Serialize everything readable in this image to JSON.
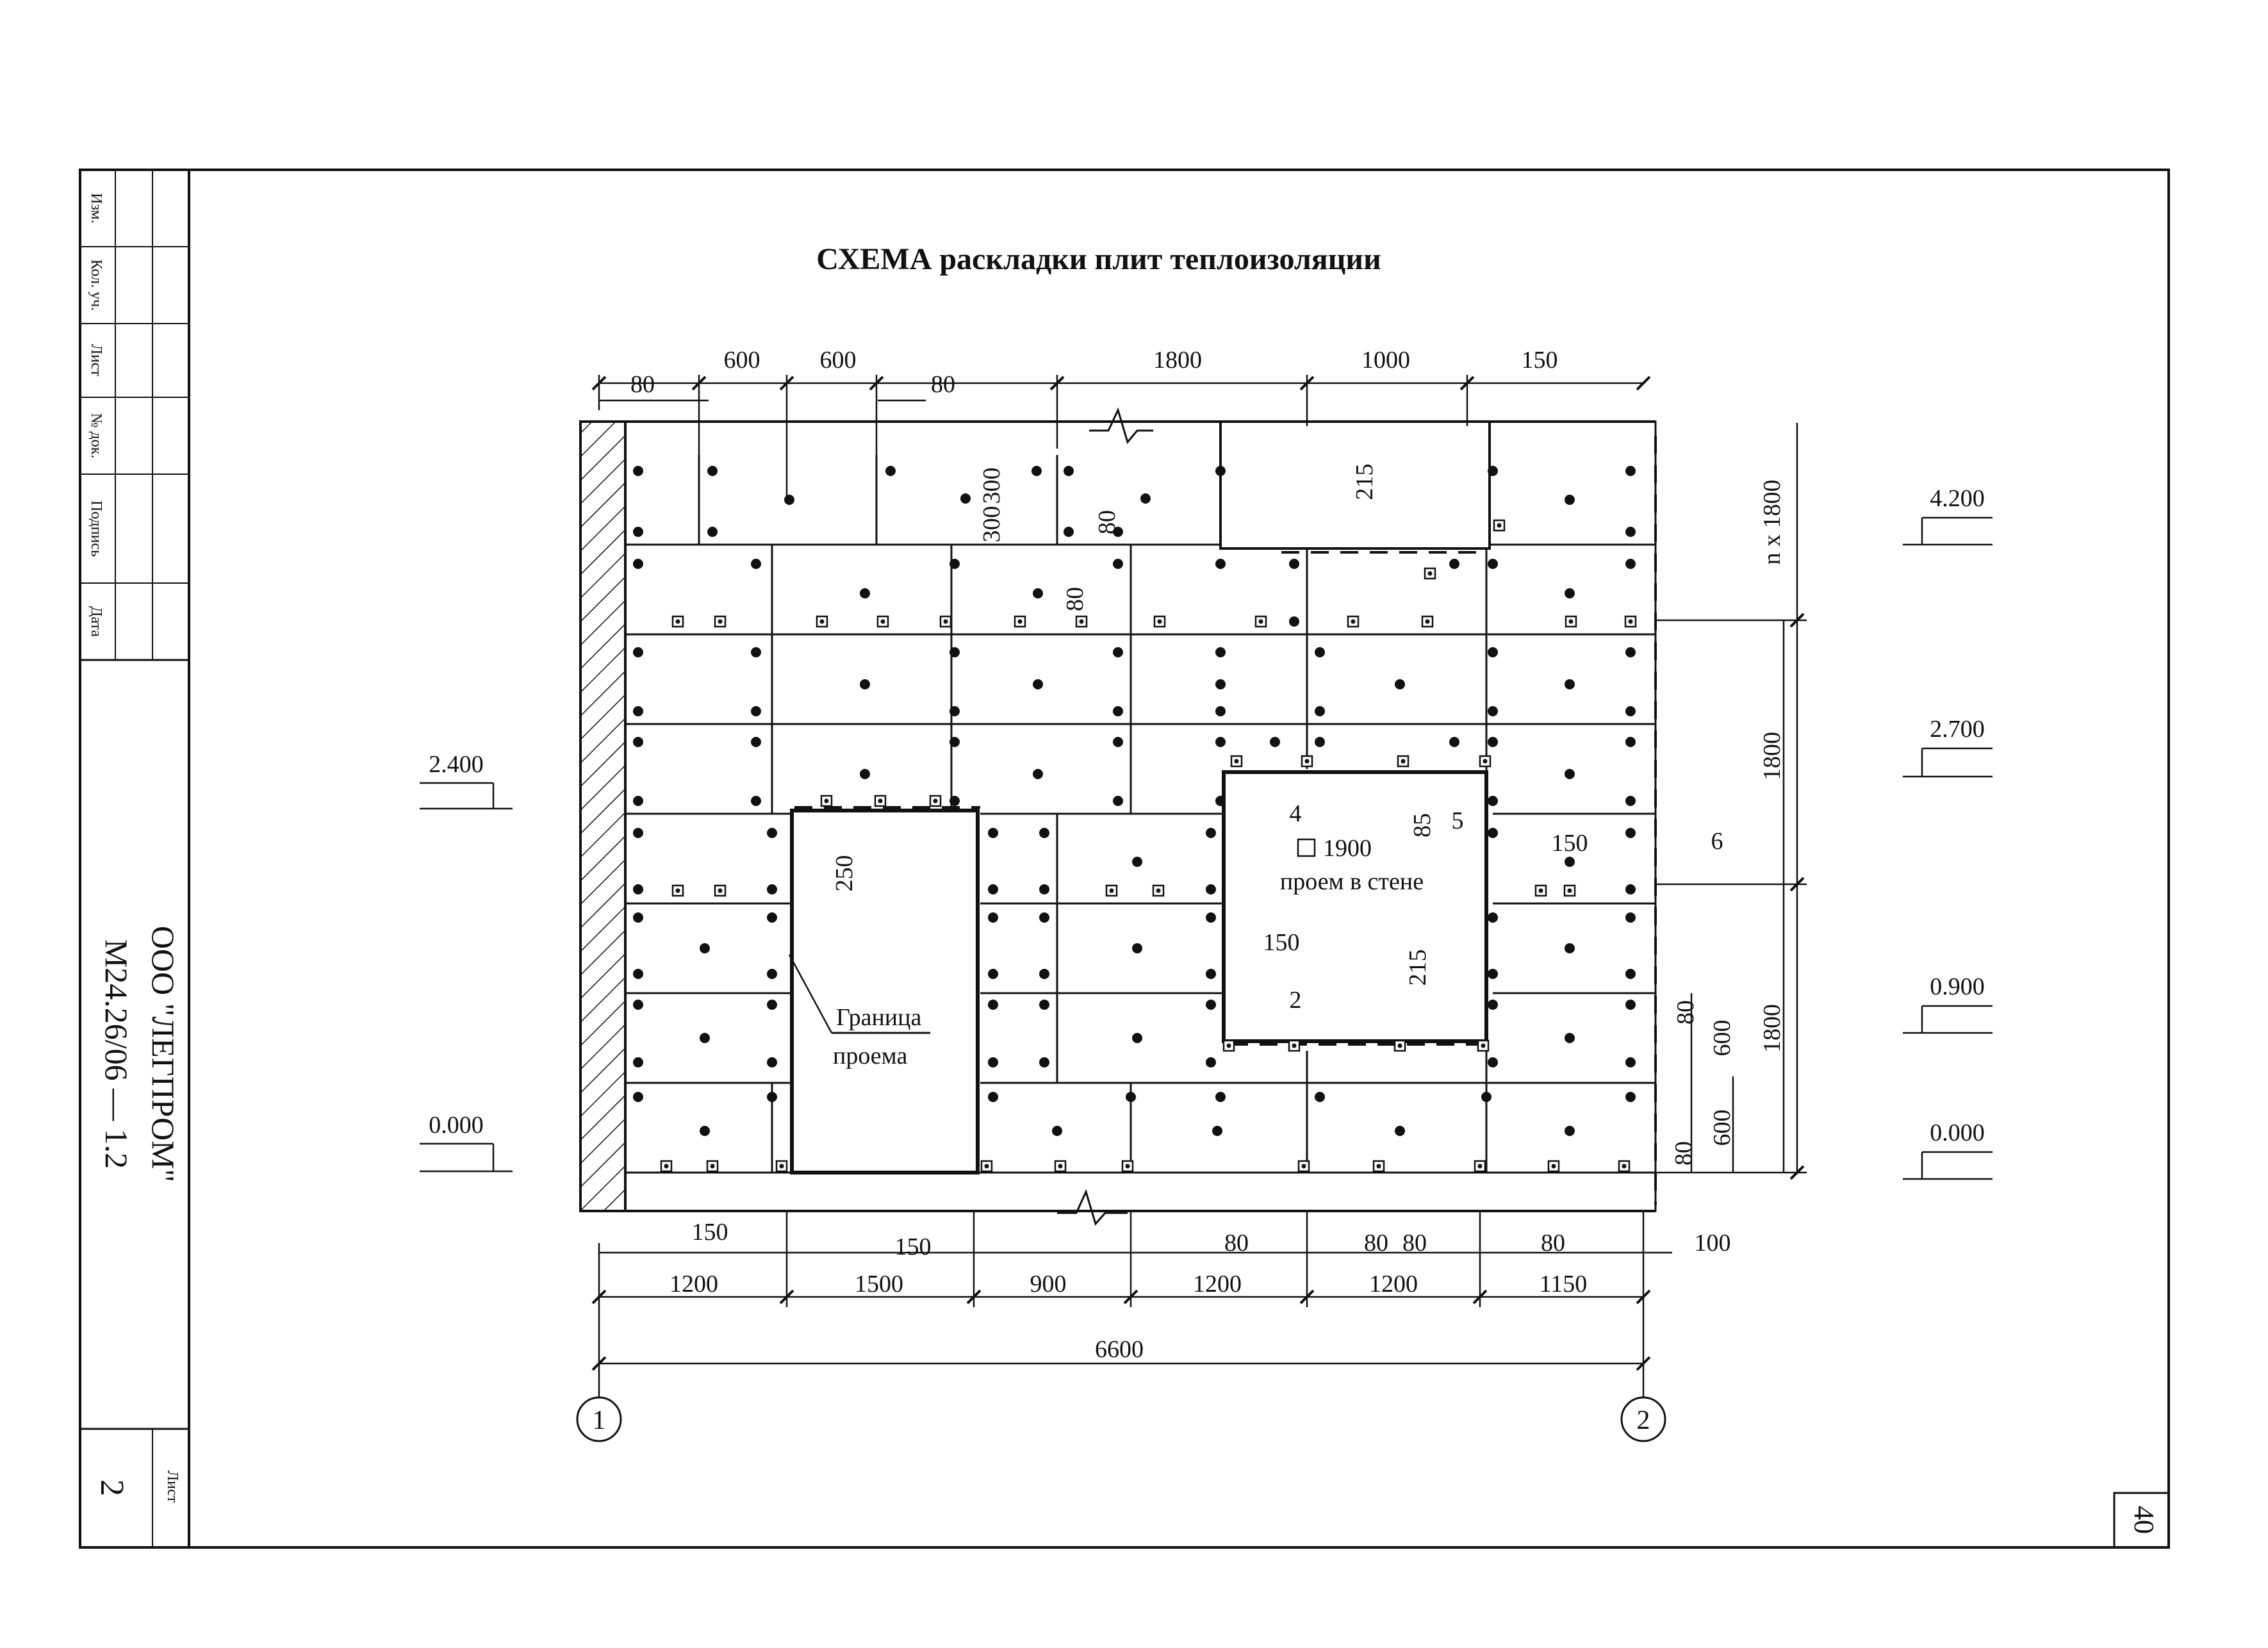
{
  "title": "СХЕМА раскладки плит теплоизоляции",
  "stamp": {
    "cols": [
      "Изм.",
      "Кол. уч.",
      "Лист",
      "№ док.",
      "Подпись",
      "Дата"
    ],
    "company": "ООО \"ЛЕГПРОМ\"",
    "doc": "М24.26/06 — 1.2",
    "sheet_label": "Лист",
    "sheet_no": "2"
  },
  "page_no": "40",
  "top_dims": [
    "80",
    "600",
    "600",
    "80",
    "1800",
    "1000",
    "150"
  ],
  "bottom_dims": [
    "1200",
    "1500",
    "900",
    "1200",
    "1200",
    "1150"
  ],
  "bottom_small": [
    "150",
    "150",
    "80",
    "80",
    "80",
    "80",
    "100"
  ],
  "total": "6600",
  "axes": [
    "1",
    "2"
  ],
  "inner_dims": [
    "300",
    "300",
    "80",
    "80",
    "215",
    "250",
    "85",
    "5",
    "150",
    "150",
    "215",
    "80",
    "600",
    "80",
    "600",
    "6",
    "4",
    "2"
  ],
  "right_dims": [
    "n x 1800",
    "1800",
    "1800"
  ],
  "levels_left": [
    "2.400",
    "0.000"
  ],
  "levels_right": [
    "4.200",
    "2.700",
    "0.900",
    "0.000"
  ],
  "opening_size": "1900",
  "opening_label": "проем в стене",
  "boundary_label_1": "Граница",
  "boundary_label_2": "проема"
}
